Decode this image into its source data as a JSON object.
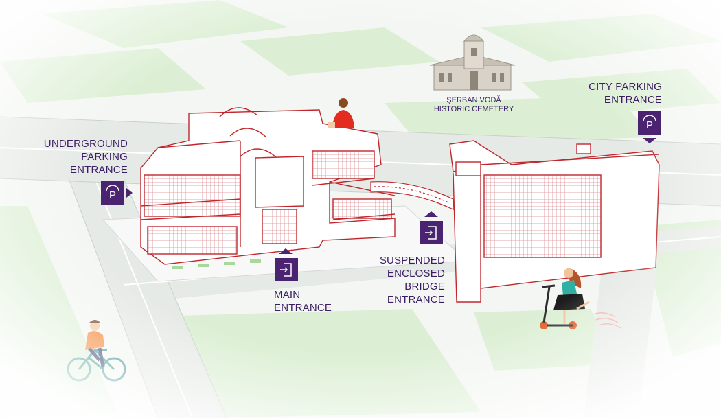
{
  "colors": {
    "marker": "#4a2470",
    "label_text": "#3b1d63",
    "building_outline": "#c0272d",
    "grass": "#d9efd0",
    "road": "#e9ece9"
  },
  "landmark": {
    "name_line1": "ŞERBAN VODĂ",
    "name_line2": "HISTORIC CEMETERY",
    "icon": "church-icon"
  },
  "entrances": {
    "underground_parking": {
      "lines": [
        "UNDERGROUND",
        "PARKING",
        "ENTRANCE"
      ],
      "icon": "parking-icon"
    },
    "city_parking": {
      "lines": [
        "CITY PARKING",
        "ENTRANCE"
      ],
      "icon": "parking-icon"
    },
    "main": {
      "lines": [
        "MAIN",
        "ENTRANCE"
      ],
      "icon": "door-entry-icon"
    },
    "bridge": {
      "lines": [
        "SUSPENDED",
        "ENCLOSED",
        "BRIDGE",
        "ENTRANCE"
      ],
      "icon": "door-entry-icon"
    }
  },
  "people": [
    "person-on-roof-icon",
    "cyclist-icon",
    "scooter-rider-icon"
  ]
}
